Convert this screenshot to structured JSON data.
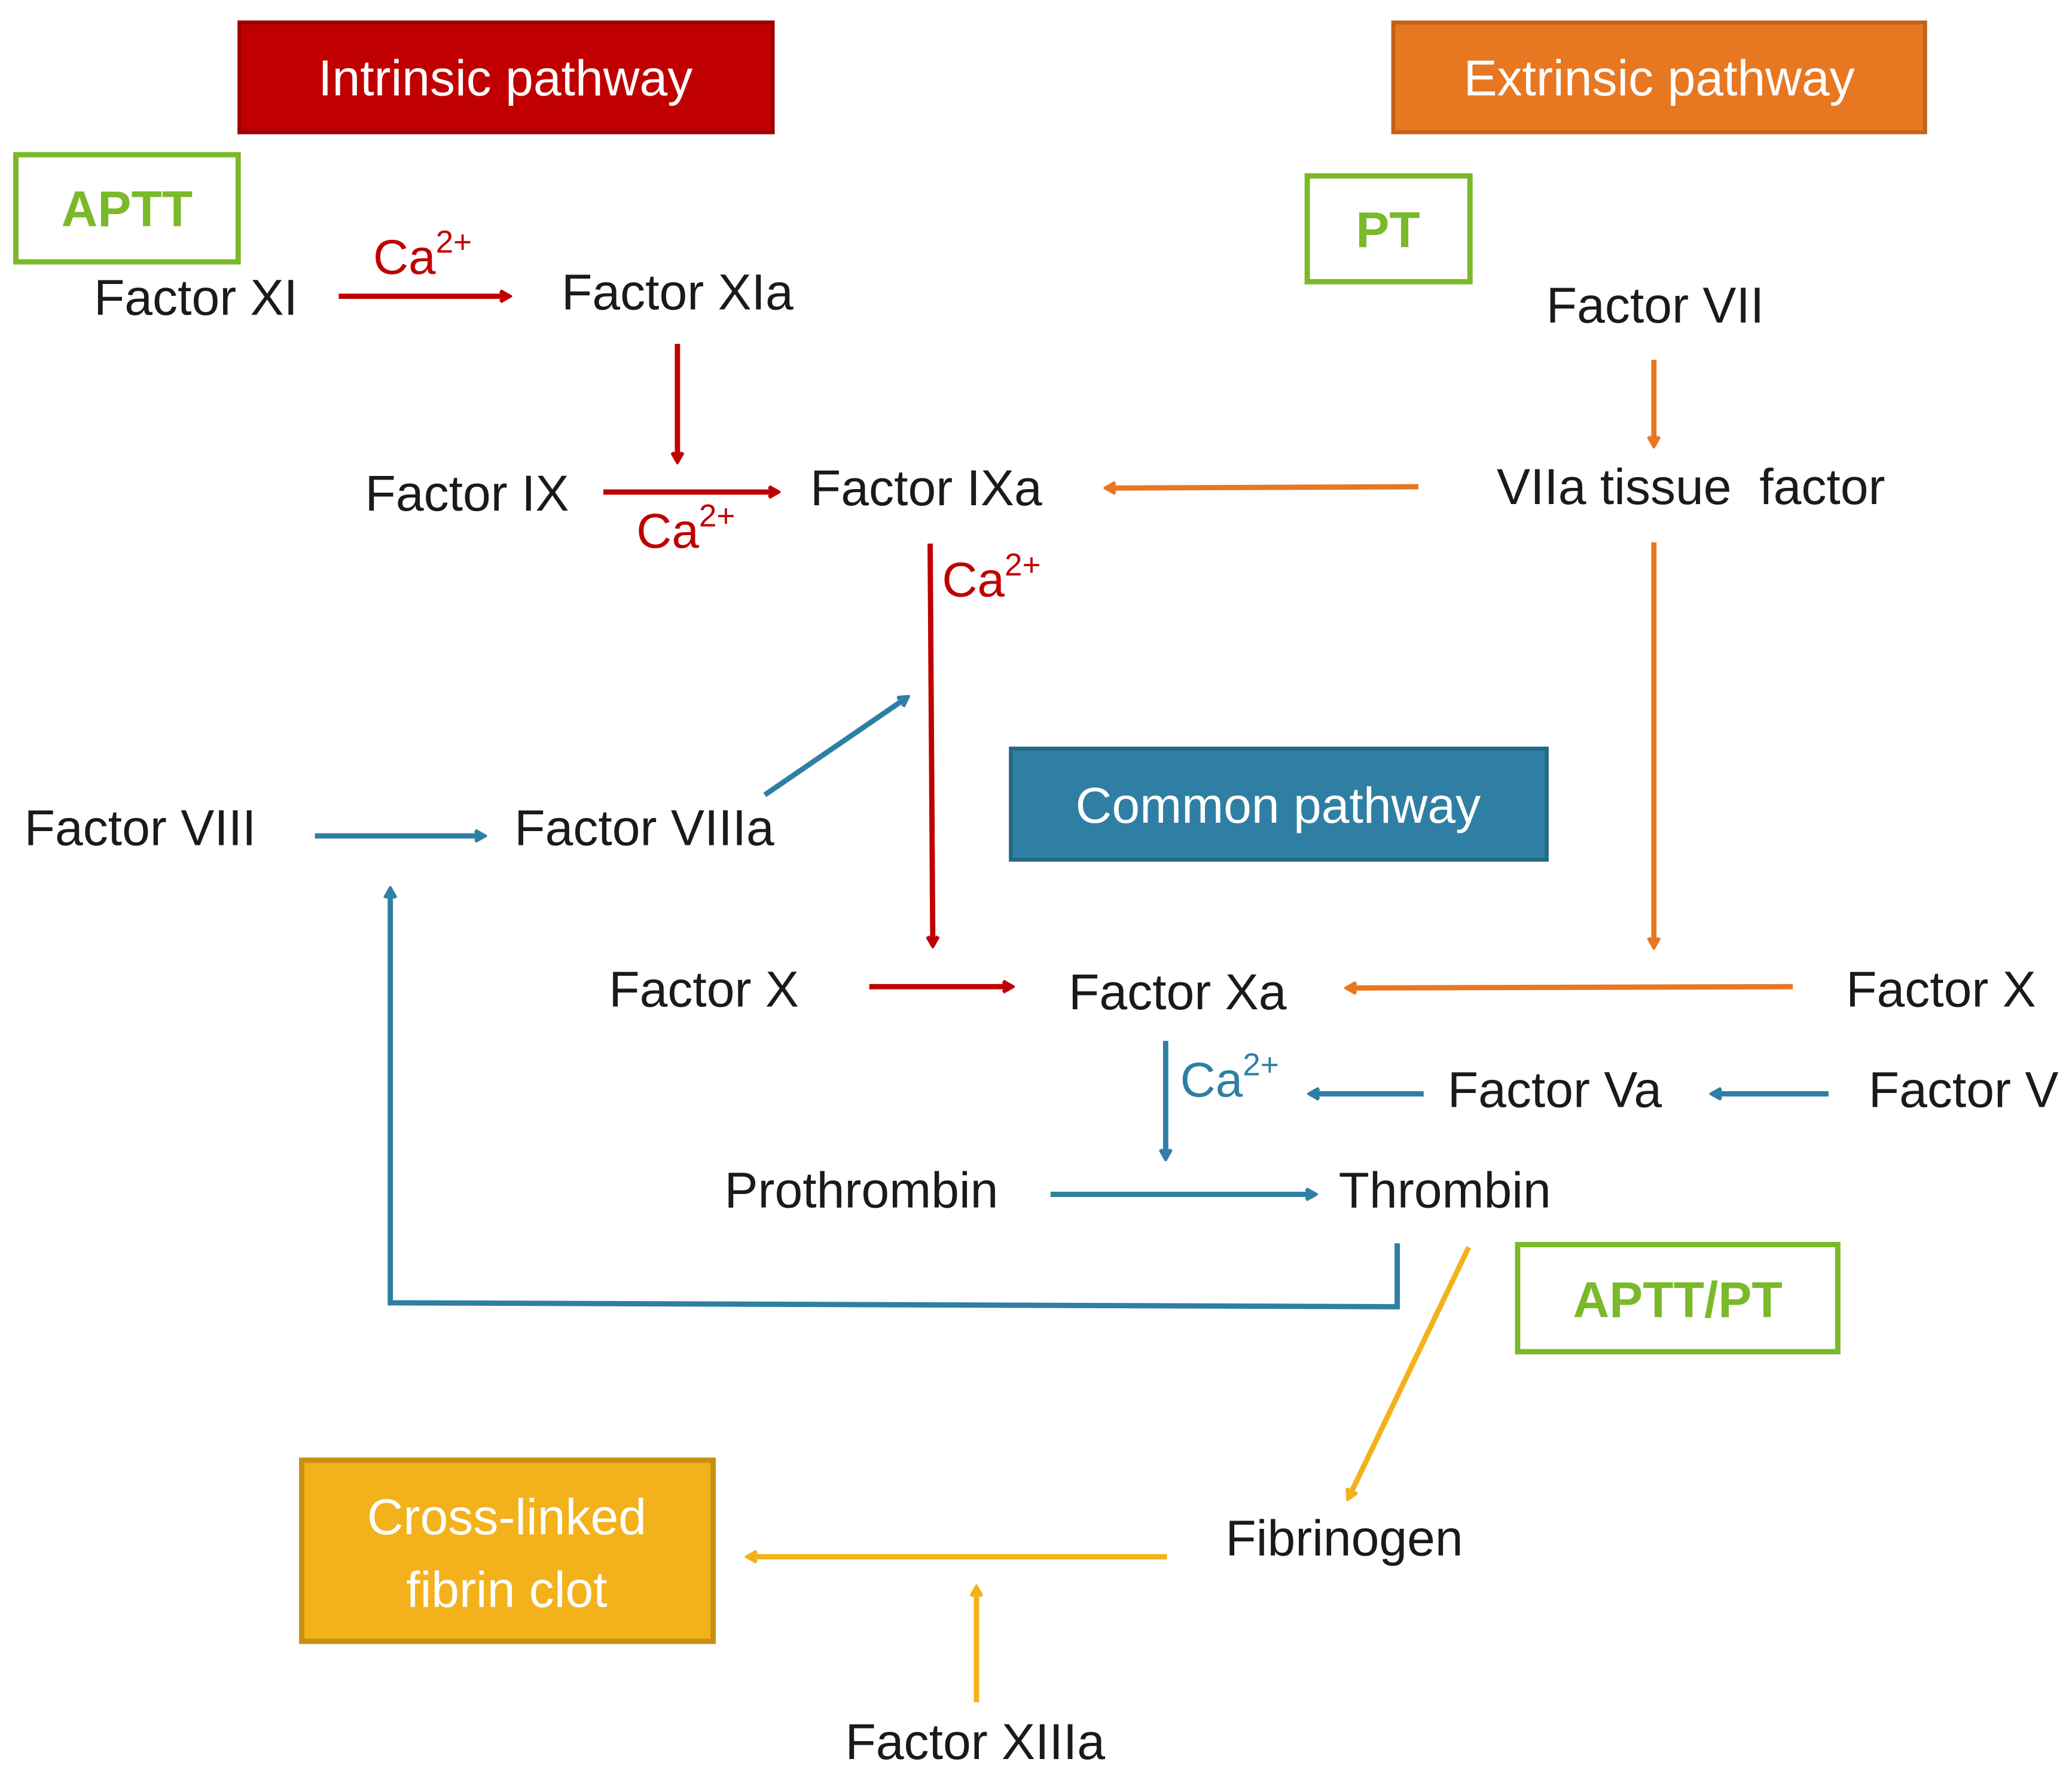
{
  "colors": {
    "intrinsic": "#c00000",
    "extrinsic": "#e87722",
    "common": "#2e7fa3",
    "fibrin": "#f3b11c",
    "test_box": "#7ab929",
    "node_text": "#1a1a1a"
  },
  "headers": {
    "intrinsic": "Intrinsic pathway",
    "extrinsic": "Extrinsic pathway",
    "common": "Common pathway"
  },
  "tests": {
    "aptt": "APTT",
    "pt": "PT",
    "aptt_pt": "APTT/PT"
  },
  "nodes": {
    "factor_xi": "Factor XI",
    "factor_xia": "Factor XIa",
    "factor_ix": "Factor IX",
    "factor_ixa": "Factor IXa",
    "factor_vii": "Factor VII",
    "viia_tissue_factor": "VIIa tissue  factor",
    "factor_viii": "Factor VIII",
    "factor_viiia": "Factor VIIIa",
    "factor_x_left": "Factor X",
    "factor_xa": "Factor Xa",
    "factor_x_right": "Factor X",
    "factor_va": "Factor Va",
    "factor_v": "Factor V",
    "prothrombin": "Prothrombin",
    "thrombin": "Thrombin",
    "fibrinogen": "Fibrinogen",
    "factor_xiiia": "Factor XIIIa"
  },
  "cofactor": {
    "base": "Ca",
    "charge": "2+"
  },
  "outcome": {
    "line1": "Cross-linked",
    "line2": "fibrin clot"
  }
}
